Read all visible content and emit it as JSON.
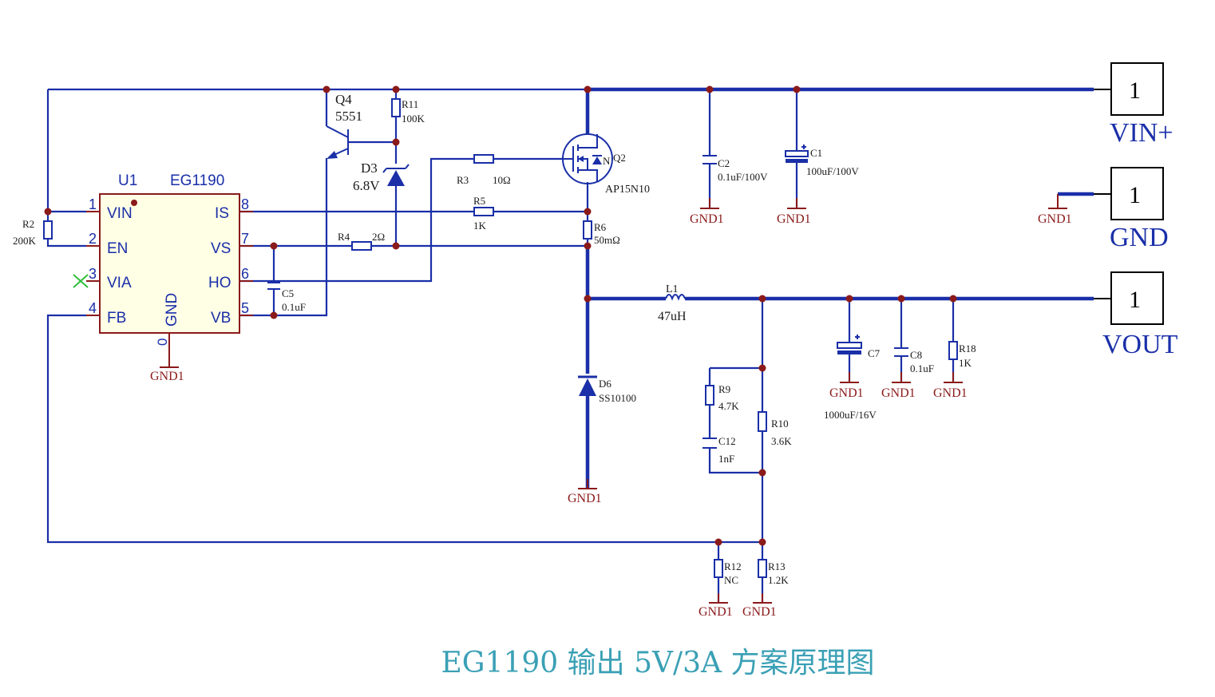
{
  "title": "EG1190 输出 5V/3A 方案原理图",
  "gnd_label": "GND1",
  "chip": {
    "ref": "U1",
    "part": "EG1190",
    "pins": [
      {
        "num": "1",
        "name": "VIN"
      },
      {
        "num": "2",
        "name": "EN"
      },
      {
        "num": "3",
        "name": "VIA"
      },
      {
        "num": "4",
        "name": "FB"
      },
      {
        "num": "8",
        "name": "IS"
      },
      {
        "num": "7",
        "name": "VS"
      },
      {
        "num": "6",
        "name": "HO"
      },
      {
        "num": "5",
        "name": "VB"
      }
    ],
    "gnd_pin_name": "GND",
    "gnd_pin_num": "0"
  },
  "components": {
    "q4": {
      "ref": "Q4",
      "value": "5551"
    },
    "r11": {
      "ref": "R11",
      "value": "100K"
    },
    "d3": {
      "ref": "D3",
      "value": "6.8V"
    },
    "r3": {
      "ref": "R3",
      "value": "10Ω"
    },
    "q2": {
      "ref": "Q2",
      "value": "AP15N10"
    },
    "r5": {
      "ref": "R5",
      "value": "1K"
    },
    "r6": {
      "ref": "R6",
      "value": "50mΩ"
    },
    "r4": {
      "ref": "R4",
      "value": "2Ω"
    },
    "c5": {
      "ref": "C5",
      "value": "0.1uF"
    },
    "r2": {
      "ref": "R2",
      "value": "200K"
    },
    "c2": {
      "ref": "C2",
      "value": "0.1uF/100V"
    },
    "c1": {
      "ref": "C1",
      "value": "100uF/100V"
    },
    "l1": {
      "ref": "L1",
      "value": "47uH"
    },
    "d6": {
      "ref": "D6",
      "value": "SS10100"
    },
    "r9": {
      "ref": "R9",
      "value": "4.7K"
    },
    "c12": {
      "ref": "C12",
      "value": "1nF"
    },
    "r10": {
      "ref": "R10",
      "value": "3.6K"
    },
    "c7": {
      "ref": "C7",
      "value": "1000uF/16V"
    },
    "c8": {
      "ref": "C8",
      "value": "0.1uF"
    },
    "r18": {
      "ref": "R18",
      "value": "1K"
    },
    "r12": {
      "ref": "R12",
      "value": "NC"
    },
    "r13": {
      "ref": "R13",
      "value": "1.2K"
    }
  },
  "ports": [
    {
      "num": "1",
      "name": "VIN+"
    },
    {
      "num": "1",
      "name": "GND"
    },
    {
      "num": "1",
      "name": "VOUT"
    }
  ],
  "q2_n_label": "N",
  "colors": {
    "wire": "#1a2fa8",
    "pin": "#8b1a1a",
    "chip_fill": "#ffffe6",
    "title": "#3aa0b5"
  }
}
